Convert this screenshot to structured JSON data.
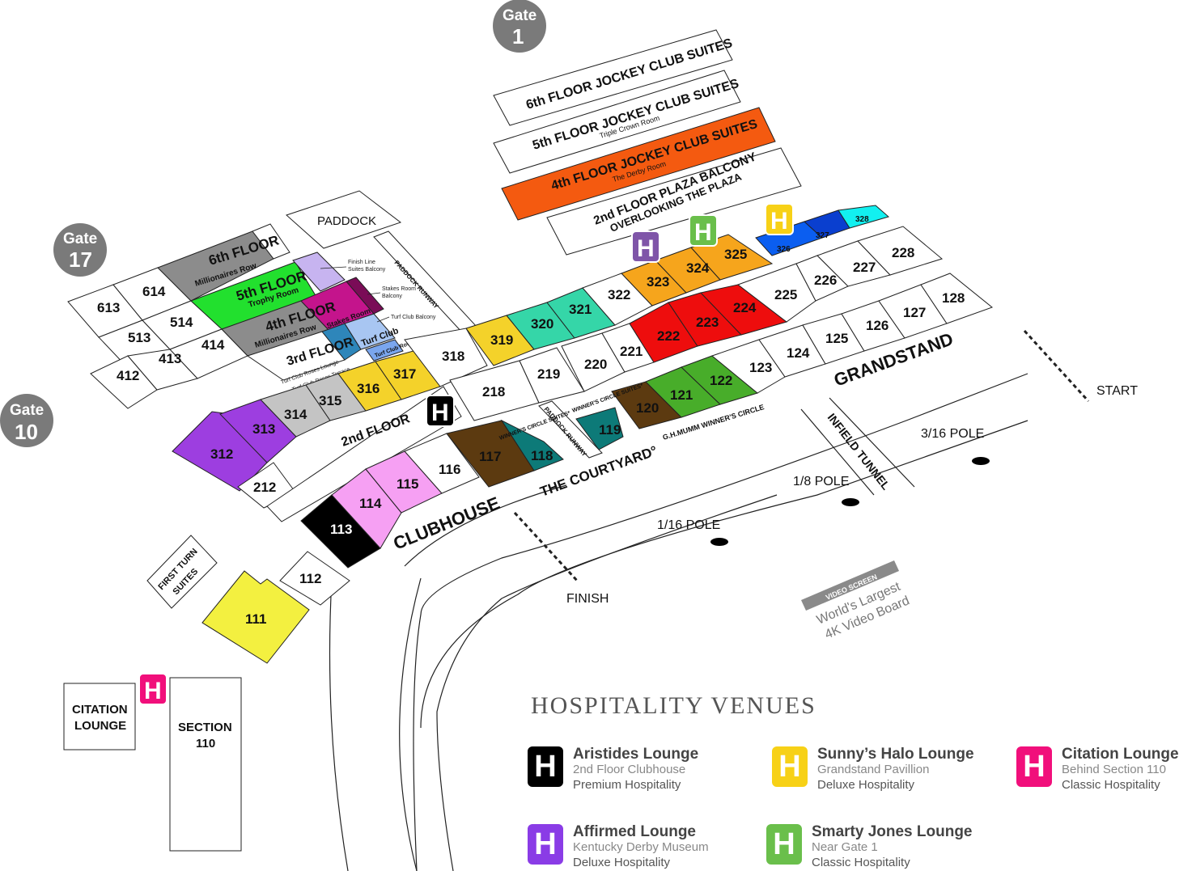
{
  "gates": [
    {
      "id": "gate-1",
      "line1": "Gate",
      "line2": "1"
    },
    {
      "id": "gate-17",
      "line1": "Gate",
      "line2": "17"
    },
    {
      "id": "gate-10",
      "line1": "Gate",
      "line2": "10"
    }
  ],
  "jockey_club": {
    "floor6": "6th FLOOR JOCKEY CLUB SUITES",
    "floor5": "5th FLOOR JOCKEY CLUB SUITES",
    "floor5_sub": "Triple Crown Room",
    "floor4": "4th FLOOR JOCKEY CLUB SUITES",
    "floor4_sub": "The Derby Room",
    "plaza1": "2nd FLOOR PLAZA BALCONY",
    "plaza2": "OVERLOOKING THE PLAZA"
  },
  "labels": {
    "paddock": "PADDOCK",
    "paddock_runway": "PADDOCK RUNWAY",
    "finish_line_balcony1": "Finish Line",
    "finish_line_balcony2": "Suites Balcony",
    "stakes_balcony1": "Stakes Room",
    "stakes_balcony2": "Balcony",
    "turf_club_balcony": "Turf Club Balcony",
    "floor6_name": "6th FLOOR",
    "floor6_sub": "Millionaires Row",
    "floor5_name": "5th FLOOR",
    "floor5_sub": "Trophy Room",
    "floor4_name": "4th FLOOR",
    "floor4_sub": "Millionaires Row",
    "stakes_room": "Stakes Room",
    "floor3_name": "3rd FLOOR",
    "turf_club": "Turf Club",
    "turf_club_row_b": "Turf Club Row B",
    "roses_lounge": "Turf Club Roses Lounge",
    "roses_terrace": "Turf Club Roses Terrace",
    "second_floor": "2nd FLOOR",
    "winners_circle_suites": "WINNER'S CIRCLE SUITES*",
    "paddock_runway_2": "PADDOCK RUNWAY",
    "courtyard": "THE COURTYARD°",
    "mumm": "G.H.MUMM WINNER'S CIRCLE",
    "grandstand": "GRANDSTAND",
    "infield_tunnel": "INFIELD TUNNEL",
    "clubhouse": "CLUBHOUSE",
    "first_turn_suites1": "FIRST TURN",
    "first_turn_suites2": "SUITES",
    "citation_lounge1": "CITATION",
    "citation_lounge2": "LOUNGE",
    "section110_1": "SECTION",
    "section110_2": "110",
    "start": "START",
    "finish": "FINISH",
    "pole_3_16": "3/16 POLE",
    "pole_1_8": "1/8 POLE",
    "pole_1_16": "1/16 POLE",
    "video_screen": "VIDEO SCREEN",
    "video_line1": "World's Largest",
    "video_line2": "4K Video Board"
  },
  "sections": [
    "613",
    "614",
    "513",
    "514",
    "413",
    "414",
    "412",
    "318",
    "319",
    "320",
    "321",
    "322",
    "323",
    "324",
    "325",
    "326",
    "327",
    "328",
    "228",
    "227",
    "226",
    "225",
    "224",
    "223",
    "222",
    "221",
    "220",
    "219",
    "218",
    "128",
    "127",
    "126",
    "125",
    "124",
    "123",
    "122",
    "121",
    "120",
    "119",
    "118",
    "117",
    "116",
    "115",
    "114",
    "113",
    "112",
    "111",
    "212",
    "312",
    "313",
    "314",
    "315",
    "316",
    "317"
  ],
  "colors": {
    "gray": "#8c8c8c",
    "light_gray": "#c4c4c4",
    "green": "#22e02e",
    "lavender": "#c7b4f0",
    "magenta": "#c4148c",
    "dark_magenta": "#7a0c57",
    "navy": "#2b3a5a",
    "light_blue": "#a8c6f2",
    "steel_blue": "#2e86ba",
    "gold": "#f4d22a",
    "teal": "#35d6a8",
    "orange": "#f6a51c",
    "blue": "#0b5ef0",
    "mid_blue": "#0a3fcf",
    "cyan": "#12f0f0",
    "red": "#ee0d0d",
    "lime": "#48ad2a",
    "brown": "#5c3a10",
    "dark_teal": "#0d7a78",
    "pink": "#f6a0f3",
    "black": "#000000",
    "yellow": "#f3f040",
    "purple": "#9d3ee0",
    "orange_red": "#f45a10",
    "badge_purple": "#7f55a8",
    "badge_green": "#6abf4b",
    "badge_yellow": "#f7d117",
    "badge_pink": "#f10f7b",
    "gate_gray": "#7a7a7a"
  },
  "legend": {
    "title": "HOSPITALITY VENUES",
    "badge_glyph": "H",
    "venues": [
      {
        "name": "Aristides Lounge",
        "location": "2nd Floor Clubhouse",
        "tier": "Premium Hospitality",
        "color": "#000000"
      },
      {
        "name": "Sunny’s Halo Lounge",
        "location": "Grandstand Pavillion",
        "tier": "Deluxe Hospitality",
        "color": "#f7d117"
      },
      {
        "name": "Citation Lounge",
        "location": "Behind Section 110",
        "tier": "Classic Hospitality",
        "color": "#f10f7b"
      },
      {
        "name": "Affirmed Lounge",
        "location": "Kentucky Derby Museum",
        "tier": "Deluxe Hospitality",
        "color": "#8a3ce6"
      },
      {
        "name": "Smarty Jones Lounge",
        "location": "Near Gate 1",
        "tier": "Classic Hospitality",
        "color": "#6abf4b"
      }
    ]
  }
}
